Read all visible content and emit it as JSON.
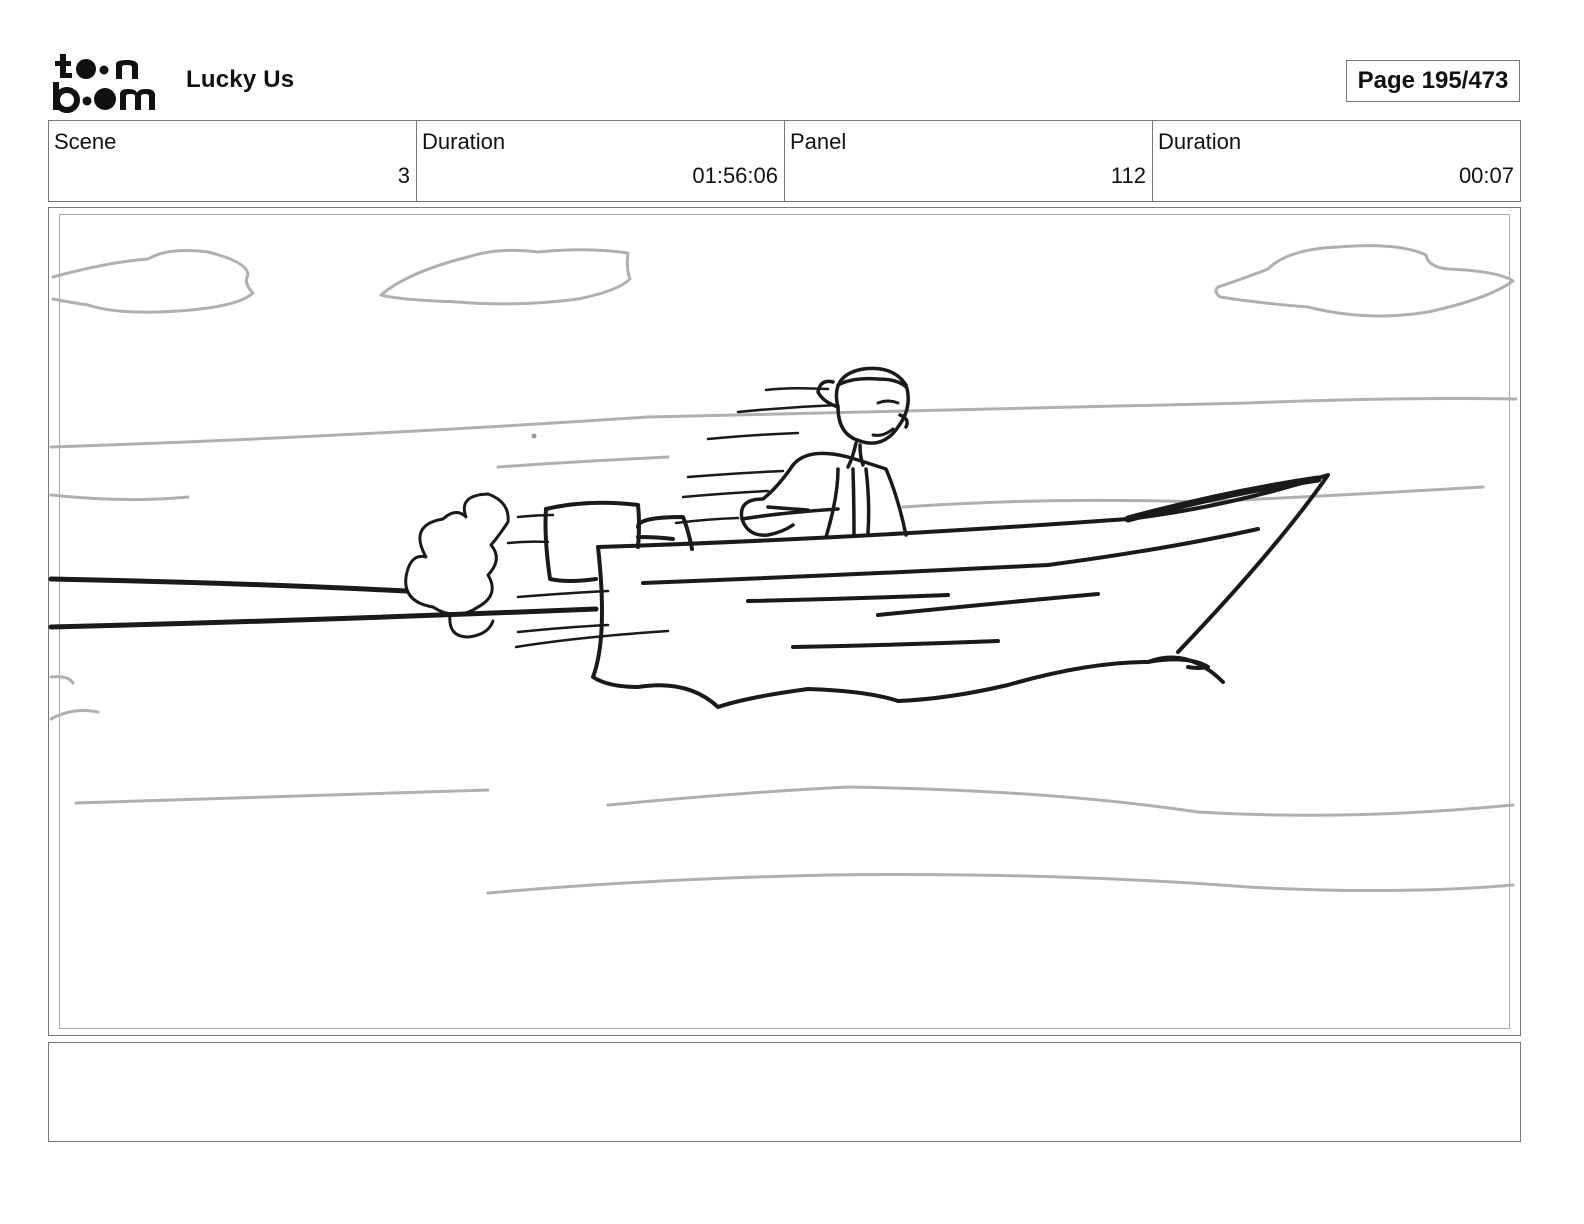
{
  "header": {
    "logo_text": [
      "toon",
      "boom"
    ],
    "project_title": "Lucky Us",
    "page_label": "Page 195/473"
  },
  "info": {
    "scene_label": "Scene",
    "scene_value": "3",
    "scene_duration_label": "Duration",
    "scene_duration_value": "01:56:06",
    "panel_label": "Panel",
    "panel_value": "112",
    "panel_duration_label": "Duration",
    "panel_duration_value": "00:07"
  },
  "notes": {
    "text": ""
  }
}
